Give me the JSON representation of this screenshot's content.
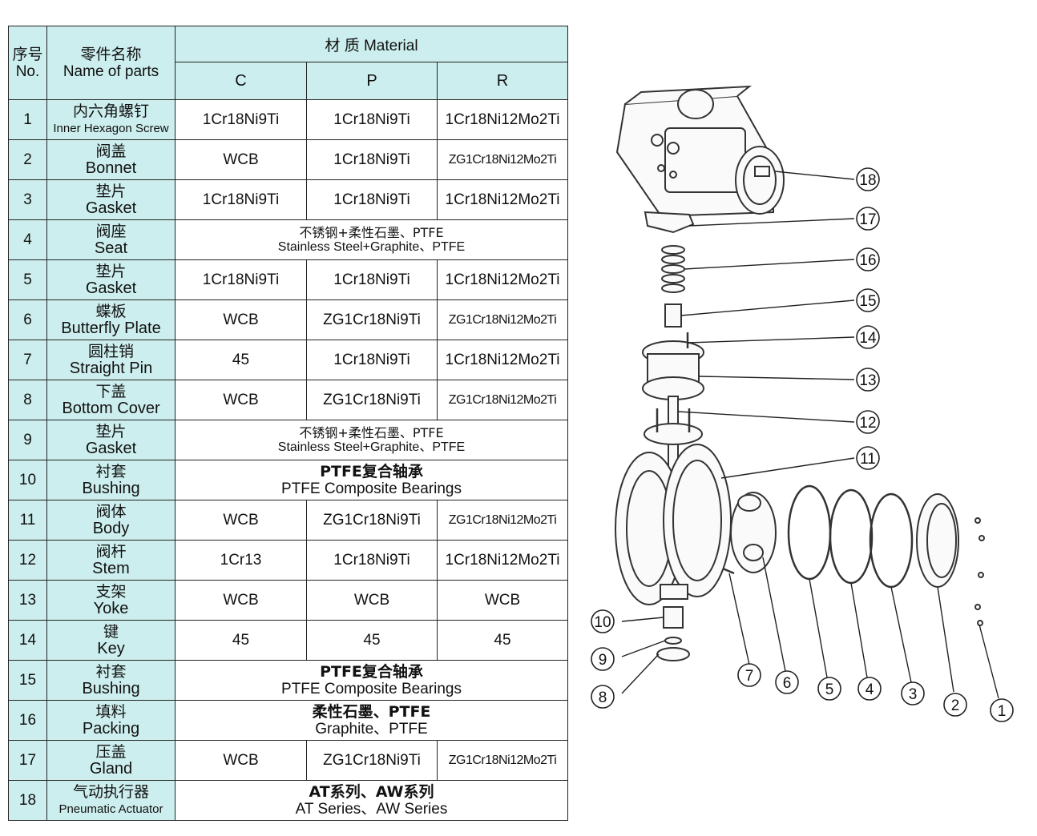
{
  "header": {
    "no_zh": "序号",
    "no_en": "No.",
    "name_zh": "零件名称",
    "name_en": "Name of parts",
    "material": "材 质 Material",
    "col_c": "C",
    "col_p": "P",
    "col_r": "R"
  },
  "rows": [
    {
      "no": "1",
      "zh": "内六角螺钉",
      "en": "Inner Hexagon Screw",
      "c": "1Cr18Ni9Ti",
      "p": "1Cr18Ni9Ti",
      "r": "1Cr18Ni12Mo2Ti"
    },
    {
      "no": "2",
      "zh": "阀盖",
      "en": "Bonnet",
      "c": "WCB",
      "p": "1Cr18Ni9Ti",
      "r": "ZG1Cr18Ni12Mo2Ti"
    },
    {
      "no": "3",
      "zh": "垫片",
      "en": "Gasket",
      "c": "1Cr18Ni9Ti",
      "p": "1Cr18Ni9Ti",
      "r": "1Cr18Ni12Mo2Ti"
    },
    {
      "no": "4",
      "zh": "阀座",
      "en": "Seat",
      "merged_zh": "不锈钢+柔性石墨、PTFE",
      "merged_en": "Stainless Steel+Graphite、PTFE"
    },
    {
      "no": "5",
      "zh": "垫片",
      "en": "Gasket",
      "c": "1Cr18Ni9Ti",
      "p": "1Cr18Ni9Ti",
      "r": "1Cr18Ni12Mo2Ti"
    },
    {
      "no": "6",
      "zh": "蝶板",
      "en": "Butterfly Plate",
      "c": "WCB",
      "p": "ZG1Cr18Ni9Ti",
      "r": "ZG1Cr18Ni12Mo2Ti"
    },
    {
      "no": "7",
      "zh": "圆柱销",
      "en": "Straight Pin",
      "c": "45",
      "p": "1Cr18Ni9Ti",
      "r": "1Cr18Ni12Mo2Ti"
    },
    {
      "no": "8",
      "zh": "下盖",
      "en": "Bottom Cover",
      "c": "WCB",
      "p": "ZG1Cr18Ni9Ti",
      "r": "ZG1Cr18Ni12Mo2Ti"
    },
    {
      "no": "9",
      "zh": "垫片",
      "en": "Gasket",
      "merged_zh": "不锈钢+柔性石墨、PTFE",
      "merged_en": "Stainless Steel+Graphite、PTFE"
    },
    {
      "no": "10",
      "zh": "衬套",
      "en": "Bushing",
      "merged_zh": "PTFE复合轴承",
      "merged_en": "PTFE Composite Bearings"
    },
    {
      "no": "11",
      "zh": "阀体",
      "en": "Body",
      "c": "WCB",
      "p": "ZG1Cr18Ni9Ti",
      "r": "ZG1Cr18Ni12Mo2Ti"
    },
    {
      "no": "12",
      "zh": "阀杆",
      "en": "Stem",
      "c": "1Cr13",
      "p": "1Cr18Ni9Ti",
      "r": "1Cr18Ni12Mo2Ti"
    },
    {
      "no": "13",
      "zh": "支架",
      "en": "Yoke",
      "c": "WCB",
      "p": "WCB",
      "r": "WCB"
    },
    {
      "no": "14",
      "zh": "键",
      "en": "Key",
      "c": "45",
      "p": "45",
      "r": "45"
    },
    {
      "no": "15",
      "zh": "衬套",
      "en": "Bushing",
      "merged_zh": "PTFE复合轴承",
      "merged_en": "PTFE Composite Bearings"
    },
    {
      "no": "16",
      "zh": "填料",
      "en": "Packing",
      "merged_zh": "柔性石墨、PTFE",
      "merged_en": "Graphite、PTFE"
    },
    {
      "no": "17",
      "zh": "压盖",
      "en": "Gland",
      "c": "WCB",
      "p": "ZG1Cr18Ni9Ti",
      "r": "ZG1Cr18Ni12Mo2Ti"
    },
    {
      "no": "18",
      "zh": "气动执行器",
      "en": "Pneumatic Actuator",
      "merged_zh": "AT系列、AW系列",
      "merged_en": "AT Series、AW Series"
    }
  ],
  "diagram": {
    "callouts": [
      "1",
      "2",
      "3",
      "4",
      "5",
      "6",
      "7",
      "8",
      "9",
      "10",
      "11",
      "12",
      "13",
      "14",
      "15",
      "16",
      "17",
      "18"
    ]
  }
}
